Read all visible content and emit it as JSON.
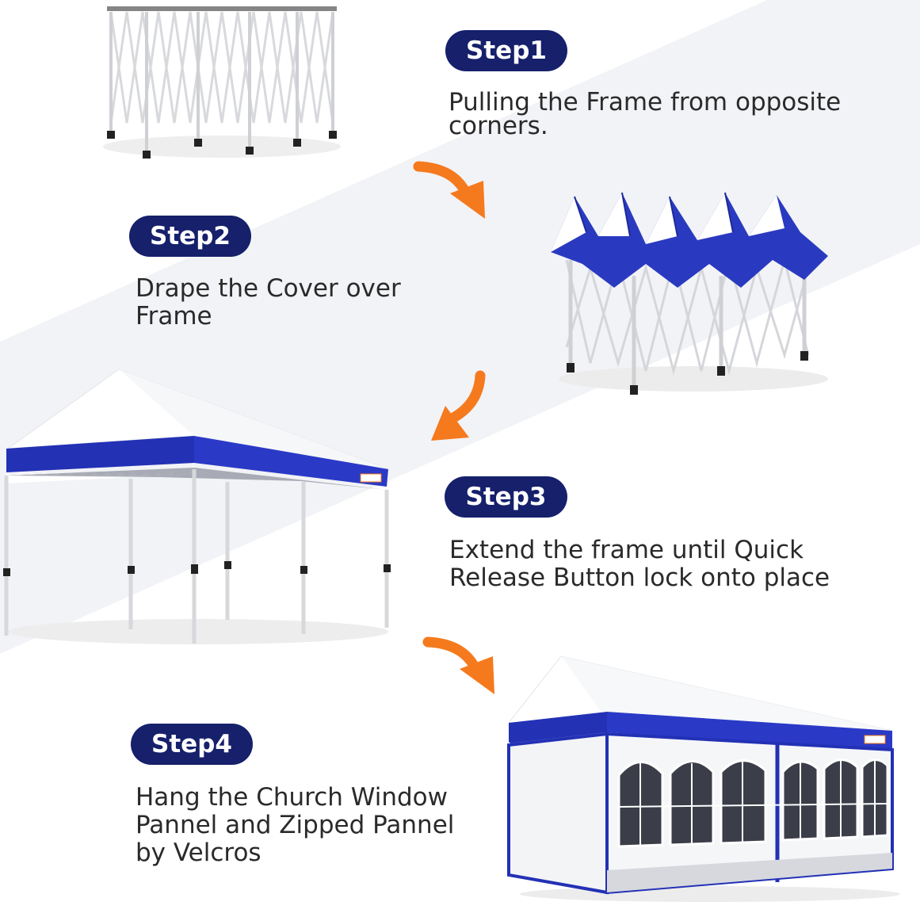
{
  "steps": [
    {
      "badge": "Step1",
      "lines": [
        "Pulling the Frame from opposite",
        "corners."
      ]
    },
    {
      "badge": "Step2",
      "lines": [
        "Drape the Cover over",
        "Frame"
      ]
    },
    {
      "badge": "Step3",
      "lines": [
        "Extend the frame until Quick",
        "Release Button lock onto place"
      ]
    },
    {
      "badge": "Step4",
      "lines": [
        "Hang the Church Window",
        "Pannel and Zipped Pannel",
        "by Velcros"
      ]
    }
  ],
  "colors": {
    "badge": "#16206b",
    "arrow": "#f57a1e",
    "canopy_blue": "#2331b5",
    "canopy_white": "#ffffff",
    "frame": "#e6e7ea"
  },
  "icons": [
    "arrow-right-down-icon",
    "arrow-left-down-icon",
    "arrow-right-down-icon"
  ]
}
